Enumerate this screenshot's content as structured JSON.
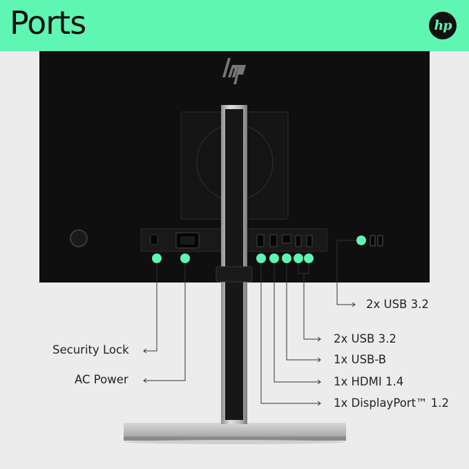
{
  "header": {
    "title": "Ports",
    "logo_text": "hp"
  },
  "colors": {
    "accent": "#5ff5b2",
    "monitor": "#0f0f10",
    "stand": "#c9c9c9",
    "background": "#ececec"
  },
  "ports": [
    {
      "label": "Security Lock"
    },
    {
      "label": "AC Power"
    },
    {
      "label": "2x USB 3.2"
    },
    {
      "label": "2x USB 3.2"
    },
    {
      "label": "1x USB-B"
    },
    {
      "label": "1x HDMI 1.4"
    },
    {
      "label": "1x DisplayPort™ 1.2"
    }
  ]
}
